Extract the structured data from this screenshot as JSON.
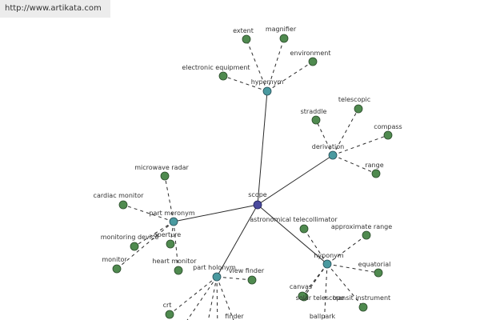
{
  "url": "http://www.artikata.com",
  "colors": {
    "center": "#4a4a9e",
    "hub": "#4a9aa0",
    "leaf": "#4f8a4f"
  },
  "center": {
    "label": "scope"
  },
  "hubs": [
    {
      "id": "hypernym",
      "label": "hypernym",
      "leaves": [
        "extent",
        "magnifier",
        "environment",
        "electronic equipment"
      ]
    },
    {
      "id": "derivation",
      "label": "derivation",
      "leaves": [
        "straddle",
        "telescopic",
        "compass",
        "range"
      ]
    },
    {
      "id": "part-meronym",
      "label": "part meronym",
      "leaves": [
        "microwave radar",
        "cardiac monitor",
        "monitoring device",
        "aperture",
        "monitor",
        "heart monitor"
      ]
    },
    {
      "id": "hyponym",
      "label": "hyponym",
      "leaves": [
        "astronomical telecollimator",
        "approximate range",
        "equatorial",
        "solar telescope",
        "canvas",
        "transit instrument",
        "ballpark"
      ]
    },
    {
      "id": "part-holonym",
      "label": "part holonym",
      "leaves": [
        "view finder",
        "crt",
        "finder"
      ]
    }
  ]
}
